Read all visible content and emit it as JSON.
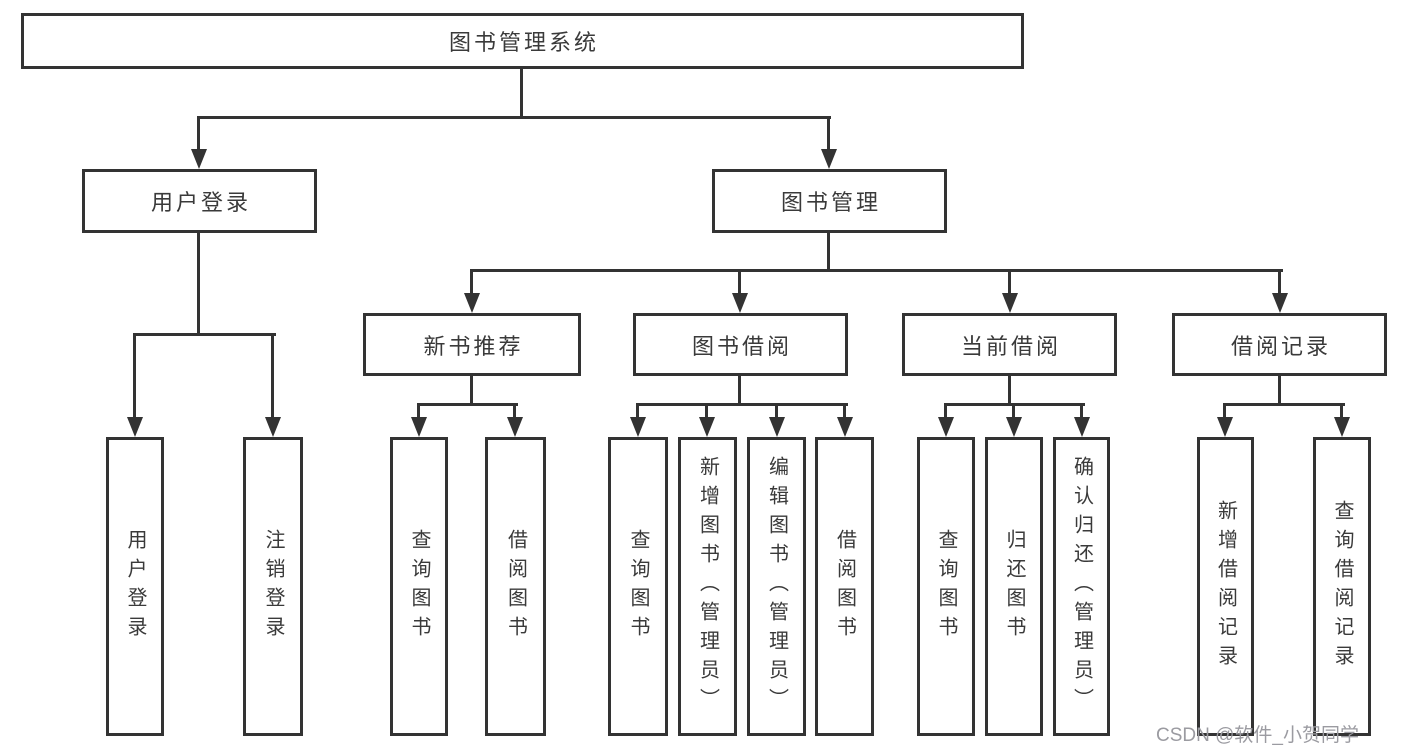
{
  "diagram": {
    "root": {
      "label": "图书管理系统"
    },
    "level2": [
      {
        "label": "用户登录"
      },
      {
        "label": "图书管理"
      }
    ],
    "level3": [
      {
        "label": "新书推荐"
      },
      {
        "label": "图书借阅"
      },
      {
        "label": "当前借阅"
      },
      {
        "label": "借阅记录"
      }
    ],
    "leaves": {
      "user_login": [
        {
          "label": "用户登录"
        },
        {
          "label": "注销登录"
        }
      ],
      "new_book_recommend": [
        {
          "label": "查询图书"
        },
        {
          "label": "借阅图书"
        }
      ],
      "book_borrowing": [
        {
          "label": "查询图书"
        },
        {
          "label": "新增图书（管理员）"
        },
        {
          "label": "编辑图书（管理员）"
        },
        {
          "label": "借阅图书"
        }
      ],
      "current_borrowing": [
        {
          "label": "查询图书"
        },
        {
          "label": "归还图书"
        },
        {
          "label": "确认归还（管理员）"
        }
      ],
      "borrowing_records": [
        {
          "label": "新增借阅记录"
        },
        {
          "label": "查询借阅记录"
        }
      ]
    },
    "colors": {
      "line": "#333333",
      "text": "#3a3a3a",
      "background": "#ffffff"
    }
  },
  "watermark": {
    "text": "CSDN @软件_小贺同学",
    "color": "#9b9ba1"
  }
}
